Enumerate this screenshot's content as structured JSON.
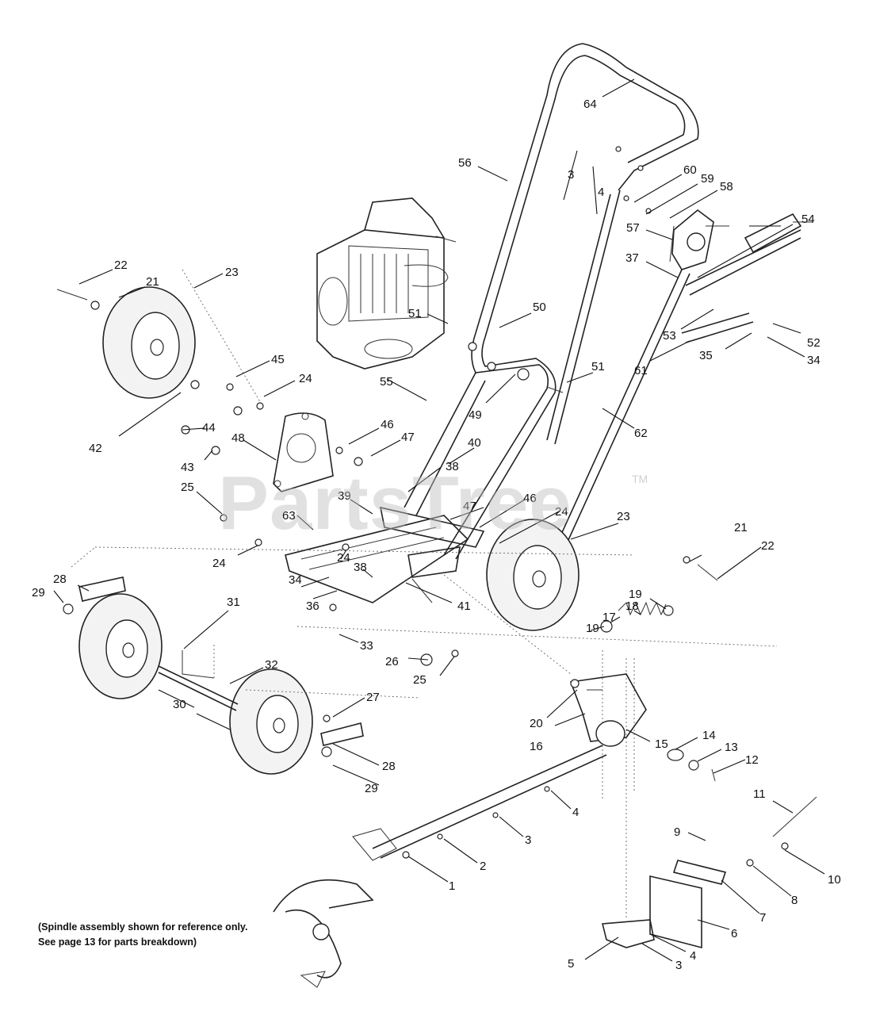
{
  "watermark": {
    "brand": "PartsTree",
    "tm": "TM"
  },
  "note": {
    "line1": "(Spindle assembly shown for reference only.",
    "line2": "See page 13 for  parts breakdown)"
  },
  "callouts": [
    {
      "id": "c64",
      "label": "64"
    },
    {
      "id": "c56",
      "label": "56"
    },
    {
      "id": "c3a",
      "label": "3"
    },
    {
      "id": "c4a",
      "label": "4"
    },
    {
      "id": "c60",
      "label": "60"
    },
    {
      "id": "c59",
      "label": "59"
    },
    {
      "id": "c58",
      "label": "58"
    },
    {
      "id": "c57",
      "label": "57"
    },
    {
      "id": "c54",
      "label": "54"
    },
    {
      "id": "c37",
      "label": "37"
    },
    {
      "id": "c22a",
      "label": "22"
    },
    {
      "id": "c21a",
      "label": "21"
    },
    {
      "id": "c23a",
      "label": "23"
    },
    {
      "id": "c51a",
      "label": "51"
    },
    {
      "id": "c50",
      "label": "50"
    },
    {
      "id": "c53",
      "label": "53"
    },
    {
      "id": "c52",
      "label": "52"
    },
    {
      "id": "c35",
      "label": "35"
    },
    {
      "id": "c34a",
      "label": "34"
    },
    {
      "id": "c61",
      "label": "61"
    },
    {
      "id": "c45",
      "label": "45"
    },
    {
      "id": "c24a",
      "label": "24"
    },
    {
      "id": "c55",
      "label": "55"
    },
    {
      "id": "c51b",
      "label": "51"
    },
    {
      "id": "c49",
      "label": "49"
    },
    {
      "id": "c62",
      "label": "62"
    },
    {
      "id": "c42",
      "label": "42"
    },
    {
      "id": "c44",
      "label": "44"
    },
    {
      "id": "c46a",
      "label": "46"
    },
    {
      "id": "c47a",
      "label": "47"
    },
    {
      "id": "c48",
      "label": "48"
    },
    {
      "id": "c43",
      "label": "43"
    },
    {
      "id": "c40",
      "label": "40"
    },
    {
      "id": "c38a",
      "label": "38"
    },
    {
      "id": "c25a",
      "label": "25"
    },
    {
      "id": "c39",
      "label": "39"
    },
    {
      "id": "c47b",
      "label": "47"
    },
    {
      "id": "c46b",
      "label": "46"
    },
    {
      "id": "c24b",
      "label": "24"
    },
    {
      "id": "c23b",
      "label": "23"
    },
    {
      "id": "c63",
      "label": "63"
    },
    {
      "id": "c24c",
      "label": "24"
    },
    {
      "id": "c24d",
      "label": "24"
    },
    {
      "id": "c38b",
      "label": "38"
    },
    {
      "id": "c21b",
      "label": "21"
    },
    {
      "id": "c22b",
      "label": "22"
    },
    {
      "id": "c28a",
      "label": "28"
    },
    {
      "id": "c29a",
      "label": "29"
    },
    {
      "id": "c34b",
      "label": "34"
    },
    {
      "id": "c36",
      "label": "36"
    },
    {
      "id": "c41",
      "label": "41"
    },
    {
      "id": "c19a",
      "label": "19"
    },
    {
      "id": "c18",
      "label": "18"
    },
    {
      "id": "c17",
      "label": "17"
    },
    {
      "id": "c19b",
      "label": "19"
    },
    {
      "id": "c31",
      "label": "31"
    },
    {
      "id": "c33",
      "label": "33"
    },
    {
      "id": "c26",
      "label": "26"
    },
    {
      "id": "c25b",
      "label": "25"
    },
    {
      "id": "c32",
      "label": "32"
    },
    {
      "id": "c30",
      "label": "30"
    },
    {
      "id": "c27",
      "label": "27"
    },
    {
      "id": "c20",
      "label": "20"
    },
    {
      "id": "c16",
      "label": "16"
    },
    {
      "id": "c15",
      "label": "15"
    },
    {
      "id": "c14",
      "label": "14"
    },
    {
      "id": "c13",
      "label": "13"
    },
    {
      "id": "c12",
      "label": "12"
    },
    {
      "id": "c28b",
      "label": "28"
    },
    {
      "id": "c29b",
      "label": "29"
    },
    {
      "id": "c4b",
      "label": "4"
    },
    {
      "id": "c11",
      "label": "11"
    },
    {
      "id": "c3b",
      "label": "3"
    },
    {
      "id": "c9",
      "label": "9"
    },
    {
      "id": "c2",
      "label": "2"
    },
    {
      "id": "c10",
      "label": "10"
    },
    {
      "id": "c1",
      "label": "1"
    },
    {
      "id": "c8",
      "label": "8"
    },
    {
      "id": "c7",
      "label": "7"
    },
    {
      "id": "c6",
      "label": "6"
    },
    {
      "id": "c5",
      "label": "5"
    },
    {
      "id": "c4c",
      "label": "4"
    },
    {
      "id": "c3c",
      "label": "3"
    }
  ]
}
